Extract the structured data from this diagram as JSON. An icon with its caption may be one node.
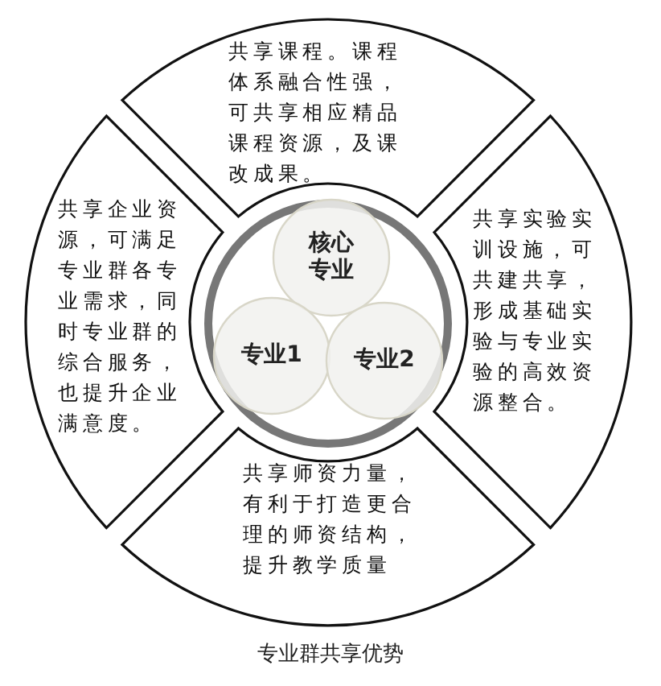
{
  "diagram": {
    "caption": "专业群共享优势",
    "nodes": [
      {
        "text": [
          "共享课程。课程体系融合性强，可共享相应精品课程资源，及课改成果。"
        ]
      },
      {
        "text": [
          "共享企业资源，可满足专业群各专业需求，同时专业群的综合服务，也提升企业满意度。"
        ]
      },
      {
        "text": [],
        "shape": "circle"
      },
      {
        "text": [
          "核心专业"
        ],
        "in": 2
      },
      {
        "text": [
          "专业1"
        ],
        "in": 2
      },
      {
        "text": [
          "专业2"
        ],
        "in": 2
      },
      {
        "text": [
          "共享实验实训设施，可共建共享，形成基础实验与专业实验的高效资源整合。"
        ]
      },
      {
        "text": [
          "共享师资力量，有利于打造更合理的师资结构，提升教学质量"
        ]
      }
    ]
  }
}
